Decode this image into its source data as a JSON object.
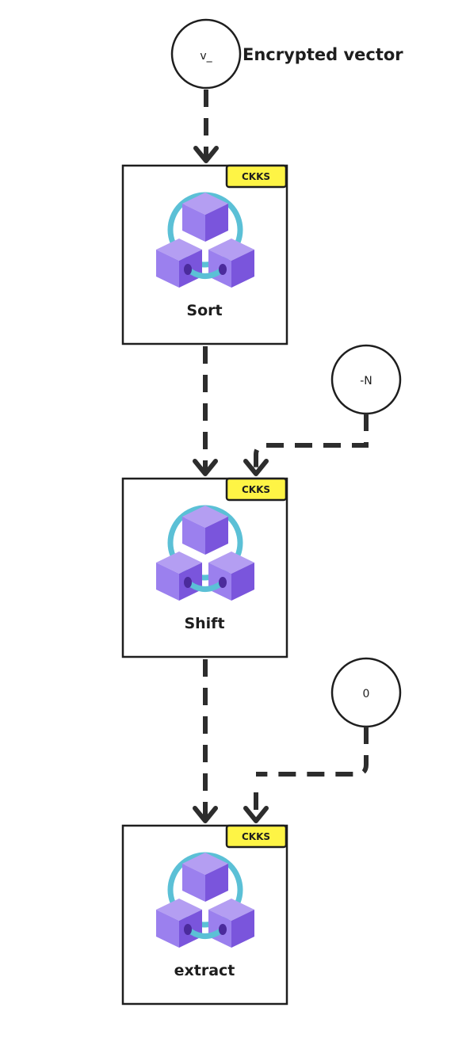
{
  "colors": {
    "stroke": "#1e1e1e",
    "badge_fill": "#fef445",
    "cube_top": "#b49ef2",
    "cube_left": "#9b80ee",
    "cube_right": "#7a55dc",
    "cube_port": "#4b2b9c",
    "ring": "#5bc0d6"
  },
  "input": {
    "label": "v_",
    "annotation": "Encrypted vector"
  },
  "constants": [
    {
      "label": "-N"
    },
    {
      "label": "0"
    }
  ],
  "nodes": [
    {
      "label": "Sort",
      "badge": "CKKS",
      "icon": "connected-cubes-icon"
    },
    {
      "label": "Shift",
      "badge": "CKKS",
      "icon": "connected-cubes-icon"
    },
    {
      "label": "extract",
      "badge": "CKKS",
      "icon": "connected-cubes-icon"
    }
  ]
}
